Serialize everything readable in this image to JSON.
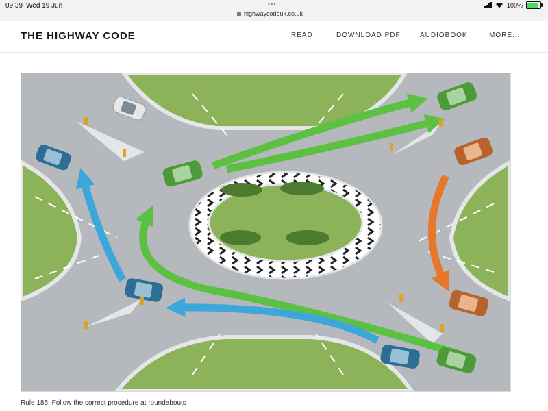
{
  "status": {
    "time": "09:39",
    "date": "Wed 19 Jun",
    "url": "highwaycodeuk.co.uk",
    "battery": "100%",
    "battery_level": 1.0
  },
  "header": {
    "title": "THE HIGHWAY CODE",
    "nav": [
      "READ",
      "DOWNLOAD PDF",
      "AUDIOBOOK",
      "MORE..."
    ]
  },
  "figure": {
    "caption": "Rule 185: Follow the correct procedure at roundabouts"
  },
  "colors": {
    "road": "#b5b9bd",
    "grass": "#8db35a",
    "kerb": "#e4e6e8",
    "arrow_green": "#5cc043",
    "arrow_blue": "#3da7db",
    "arrow_orange": "#e7772d",
    "car_green": "#4c9a3a",
    "car_blue": "#2b6f97",
    "car_orange": "#b8622e",
    "car_white": "#e6e8ea"
  },
  "icons": [
    "lock-icon",
    "signal-icon",
    "wifi-icon",
    "battery-icon"
  ]
}
